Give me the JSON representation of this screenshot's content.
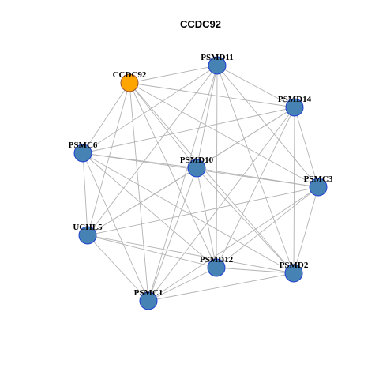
{
  "title": "CCDC92",
  "colors": {
    "hub_fill": "#FFA500",
    "node_fill": "#4682B4",
    "node_stroke": "#1f3fd1",
    "hub_stroke": "#a0522d",
    "edge": "#b3b3b3"
  },
  "nodes": [
    {
      "id": "CCDC92",
      "label": "CCDC92",
      "hub": true
    },
    {
      "id": "PSMD11",
      "label": "PSMD11",
      "hub": false
    },
    {
      "id": "PSMD14",
      "label": "PSMD14",
      "hub": false
    },
    {
      "id": "PSMC6",
      "label": "PSMC6",
      "hub": false
    },
    {
      "id": "PSMD10",
      "label": "PSMD10",
      "hub": false
    },
    {
      "id": "PSMC3",
      "label": "PSMC3",
      "hub": false
    },
    {
      "id": "UCHL5",
      "label": "UCHL5",
      "hub": false
    },
    {
      "id": "PSMD12",
      "label": "PSMD12",
      "hub": false
    },
    {
      "id": "PSMD2",
      "label": "PSMD2",
      "hub": false
    },
    {
      "id": "PSMC1",
      "label": "PSMC1",
      "hub": false
    }
  ],
  "edges": [
    [
      "CCDC92",
      "PSMD11"
    ],
    [
      "CCDC92",
      "PSMD14"
    ],
    [
      "CCDC92",
      "PSMC6"
    ],
    [
      "CCDC92",
      "PSMD10"
    ],
    [
      "CCDC92",
      "PSMC3"
    ],
    [
      "CCDC92",
      "PSMD12"
    ],
    [
      "CCDC92",
      "PSMD2"
    ],
    [
      "CCDC92",
      "PSMC1"
    ],
    [
      "CCDC92",
      "UCHL5"
    ],
    [
      "PSMD11",
      "PSMD14"
    ],
    [
      "PSMD11",
      "PSMC6"
    ],
    [
      "PSMD11",
      "PSMD10"
    ],
    [
      "PSMD11",
      "PSMC3"
    ],
    [
      "PSMD11",
      "PSMD12"
    ],
    [
      "PSMD11",
      "PSMD2"
    ],
    [
      "PSMD11",
      "PSMC1"
    ],
    [
      "PSMD11",
      "UCHL5"
    ],
    [
      "PSMD14",
      "PSMC6"
    ],
    [
      "PSMD14",
      "PSMD10"
    ],
    [
      "PSMD14",
      "PSMC3"
    ],
    [
      "PSMD14",
      "PSMD12"
    ],
    [
      "PSMD14",
      "PSMD2"
    ],
    [
      "PSMD14",
      "PSMC1"
    ],
    [
      "PSMD14",
      "UCHL5"
    ],
    [
      "PSMC6",
      "PSMD10"
    ],
    [
      "PSMC6",
      "PSMC3"
    ],
    [
      "PSMC6",
      "UCHL5"
    ],
    [
      "PSMC6",
      "PSMD12"
    ],
    [
      "PSMC6",
      "PSMD2"
    ],
    [
      "PSMC6",
      "PSMC1"
    ],
    [
      "PSMD10",
      "PSMC3"
    ],
    [
      "PSMD10",
      "UCHL5"
    ],
    [
      "PSMD10",
      "PSMD12"
    ],
    [
      "PSMD10",
      "PSMD2"
    ],
    [
      "PSMD10",
      "PSMC1"
    ],
    [
      "PSMC3",
      "UCHL5"
    ],
    [
      "PSMC3",
      "PSMD12"
    ],
    [
      "PSMC3",
      "PSMD2"
    ],
    [
      "PSMC3",
      "PSMC1"
    ],
    [
      "UCHL5",
      "PSMD12"
    ],
    [
      "UCHL5",
      "PSMD2"
    ],
    [
      "UCHL5",
      "PSMC1"
    ],
    [
      "PSMD12",
      "PSMD2"
    ],
    [
      "PSMD12",
      "PSMC1"
    ],
    [
      "PSMD2",
      "PSMC1"
    ]
  ]
}
